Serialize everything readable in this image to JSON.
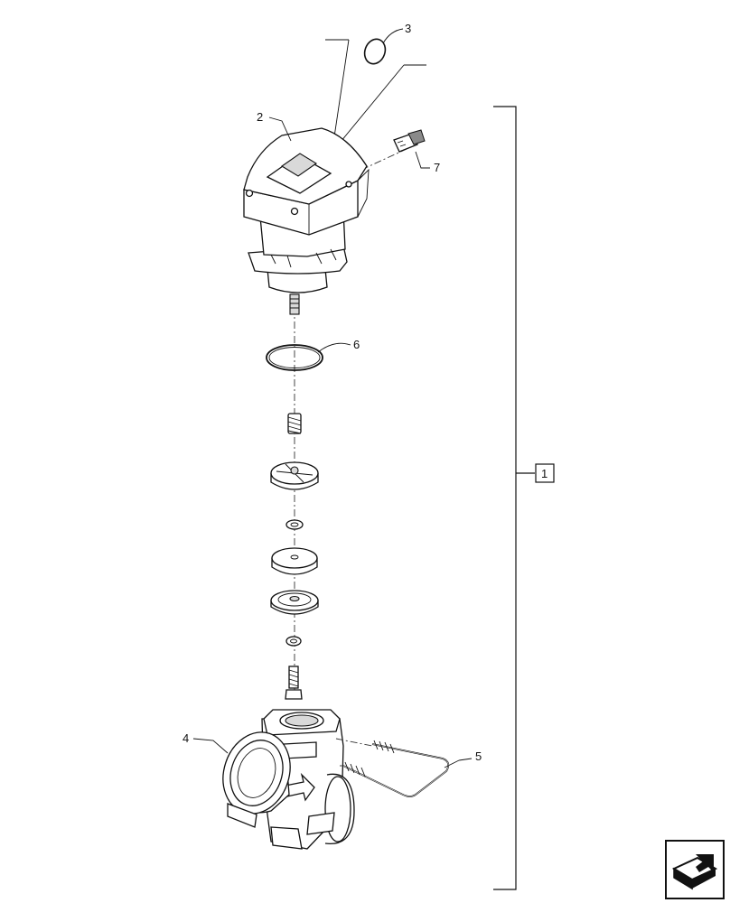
{
  "diagram": {
    "callouts": [
      {
        "id": "c1",
        "label": "1"
      },
      {
        "id": "c2",
        "label": "2"
      },
      {
        "id": "c3",
        "label": "3"
      },
      {
        "id": "c4",
        "label": "4"
      },
      {
        "id": "c5",
        "label": "5"
      },
      {
        "id": "c6",
        "label": "6"
      },
      {
        "id": "c7",
        "label": "7"
      }
    ],
    "nav_icon": "next-page-arrow-icon"
  }
}
